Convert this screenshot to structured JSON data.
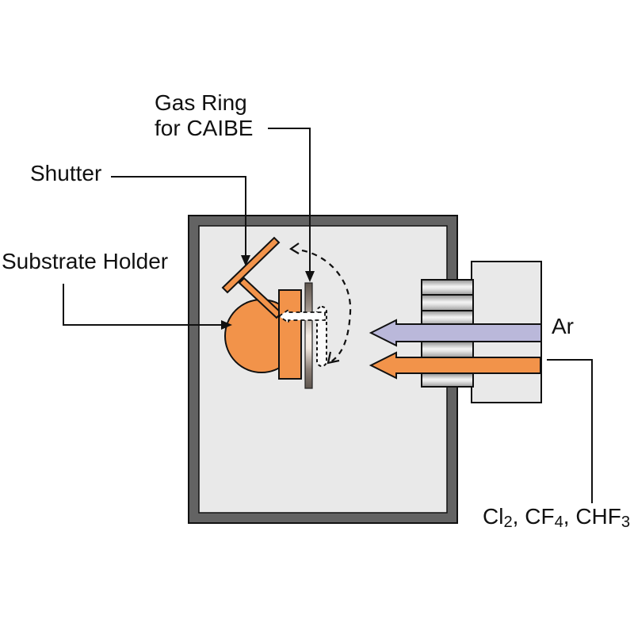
{
  "figure": {
    "labels": {
      "gas_ring_line1": "Gas Ring",
      "gas_ring_line2": "for CAIBE",
      "shutter": "Shutter",
      "substrate_holder": "Substrate Holder",
      "argon": "Ar",
      "etch_gases": {
        "t1": "Cl",
        "sub1": "2",
        "t2": ", CF",
        "sub2": "4",
        "t3": ", CHF",
        "sub3": "3"
      }
    }
  },
  "colors": {
    "orange": "#F2934A",
    "purple": "#BAB8DA",
    "chamber_wall": "#636363",
    "chamber_fill": "#E9E9E9",
    "source_fill": "#E9E9E9"
  }
}
